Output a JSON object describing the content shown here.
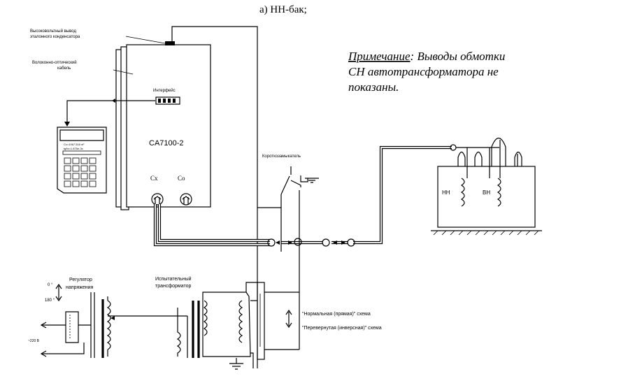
{
  "caption": "а) НН-бак;",
  "note": {
    "label": "Примечание",
    "line1_rest": ": Выводы обмотки",
    "line2": "СН автотрансформатора не",
    "line3": "показаны."
  },
  "labels": {
    "hv_lead_1": "Высоковольтный вывод",
    "hv_lead_2": "эталонного конденсатора",
    "fiber_1": "Волоконно-оптический",
    "fiber_2": "кабель",
    "interface": "Интерфейс",
    "device": "CA7100-2",
    "cx": "Cx",
    "co": "Co",
    "grounding_switch": "Короткозамыкатель",
    "hn": "НН",
    "vn": "ВН",
    "deg0": "0 °",
    "deg180": "180 °",
    "regulator_1": "Регулятор",
    "regulator_2": "напряжения",
    "test_tr_1": "Испытательный",
    "test_tr_2": "трансформатор",
    "normal_scheme": "\"Нормальная (прямая)\" схема",
    "inverse_scheme": "\"Перевернутая (инверсная)\" схема",
    "supply": "~220 В"
  },
  "handheld": {
    "line1": "Cx=1067.516 nF",
    "line2": "tgδx=1.875e-3x"
  }
}
